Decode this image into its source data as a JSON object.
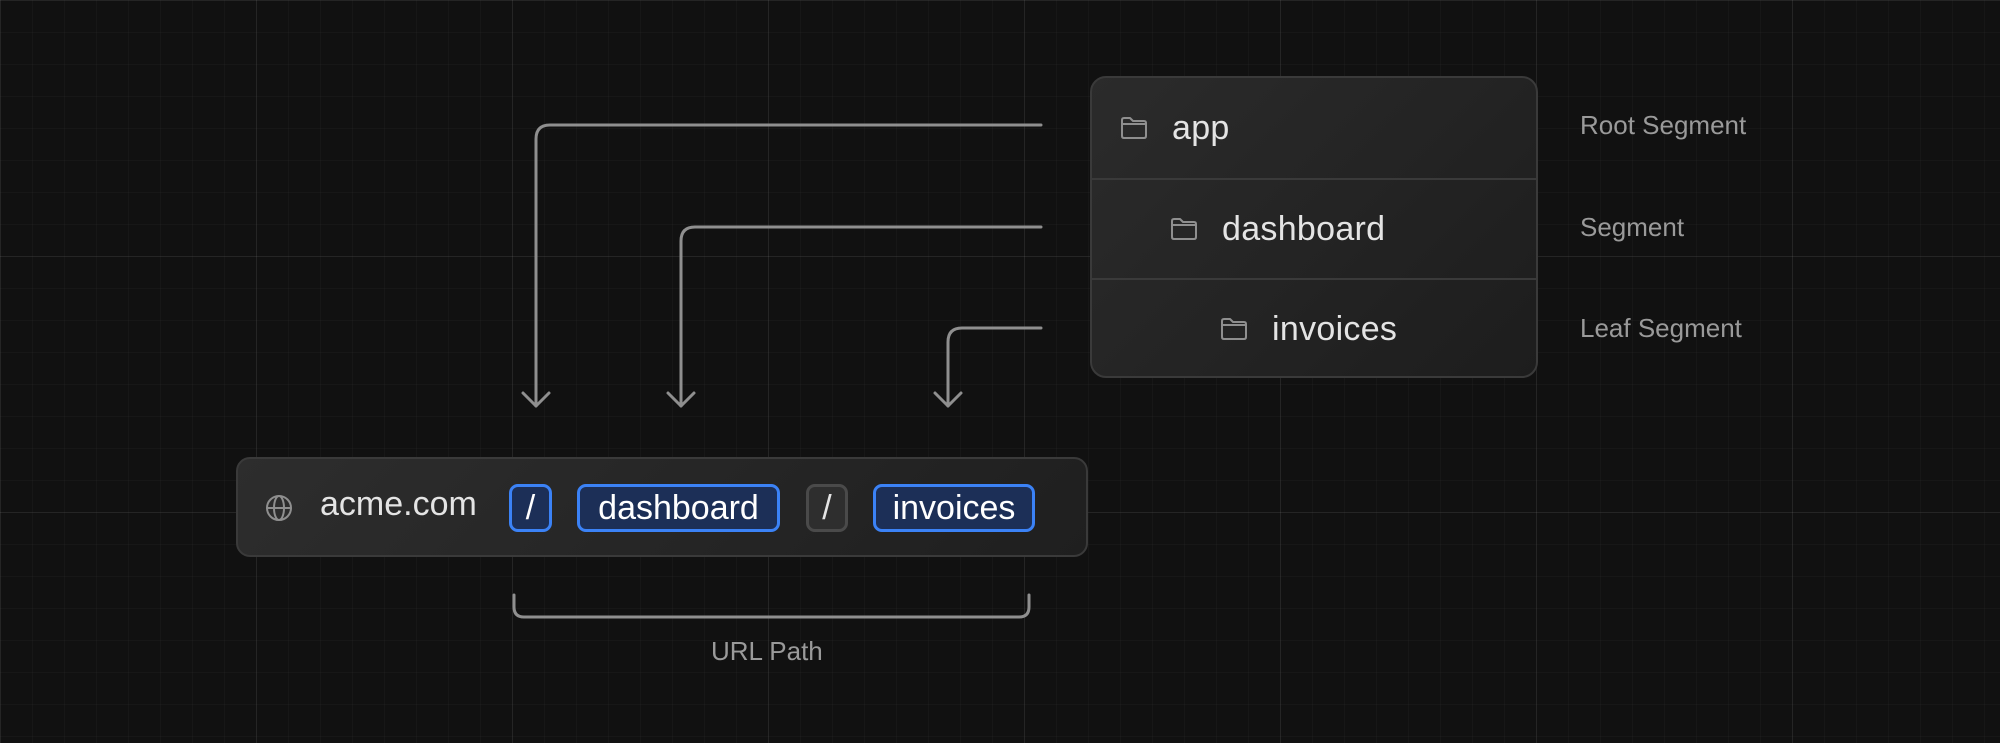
{
  "folders": [
    {
      "label": "app",
      "icon": "folder-icon"
    },
    {
      "label": "dashboard",
      "icon": "folder-icon"
    },
    {
      "label": "invoices",
      "icon": "folder-icon"
    }
  ],
  "segment_labels": [
    "Root Segment",
    "Segment",
    "Leaf Segment"
  ],
  "url": {
    "icon": "globe-icon",
    "domain": "acme.com",
    "parts": [
      "/",
      "dashboard",
      "/",
      "invoices"
    ]
  },
  "url_path_label": "URL Path",
  "colors": {
    "accent": "#3b82f6",
    "chip_bg": "#1c2f57",
    "connector": "#8f8f8f"
  }
}
